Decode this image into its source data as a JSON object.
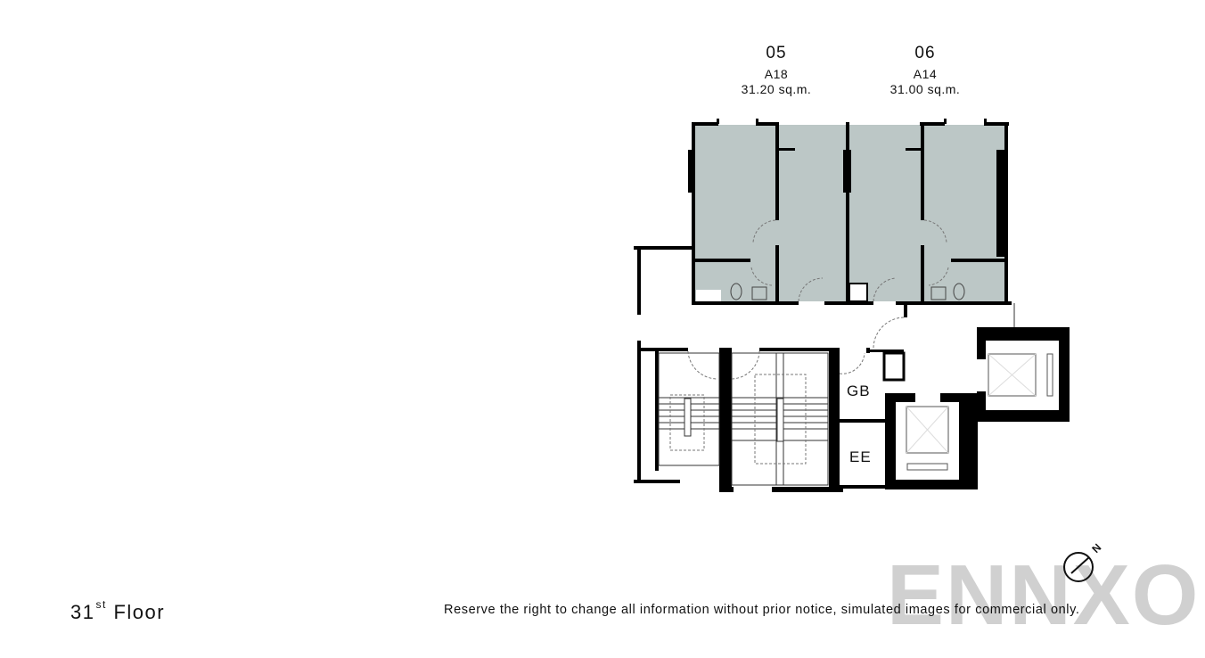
{
  "units": [
    {
      "number": "05",
      "type": "A18",
      "area": "31.20 sq.m."
    },
    {
      "number": "06",
      "type": "A14",
      "area": "31.00 sq.m."
    }
  ],
  "rooms": {
    "garbage": "GB",
    "electrical": "EE"
  },
  "floor": {
    "number": "31",
    "suffix": "st",
    "label": "Floor"
  },
  "disclaimer": "Reserve the right to change all information without prior notice, simulated images for commercial only.",
  "watermark": "ENNXO",
  "compass": {
    "label": "N"
  },
  "colors": {
    "unit_fill": "#bcc7c6",
    "wall": "#000000",
    "background": "#ffffff"
  }
}
